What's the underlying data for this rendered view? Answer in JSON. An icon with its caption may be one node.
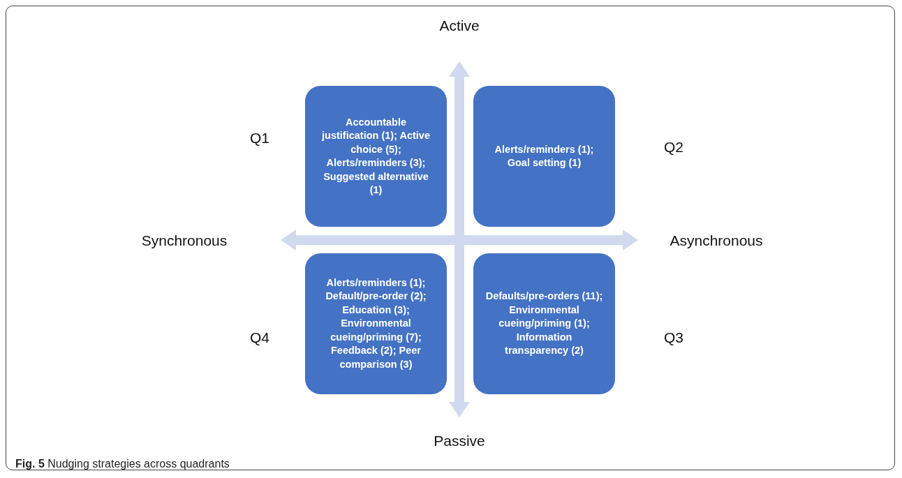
{
  "diagram": {
    "caption": "**Fig. 5** Nudging strategies across quadrants",
    "nodes": [
      {
        "text": [
          "Accountable justification (1); Active choice (5); Alerts/reminders (3); Suggested alternative (1)"
        ]
      },
      {
        "text": [
          "Alerts/reminders (1); Goal setting (1)"
        ]
      },
      {
        "text": [
          "Alerts/reminders (1); Default/pre-order (2); Education (3); Environmental cueing/priming (7); Feedback (2); Peer comparison (3)"
        ]
      },
      {
        "text": [
          "Defaults/pre-orders (11); Environmental cueing/priming (1); Information transparency (2)"
        ]
      }
    ],
    "labels": [
      "Active",
      "Q1",
      "Q2",
      "Synchronous",
      "Asynchronous",
      "Q4",
      "Q3",
      "Passive"
    ]
  }
}
